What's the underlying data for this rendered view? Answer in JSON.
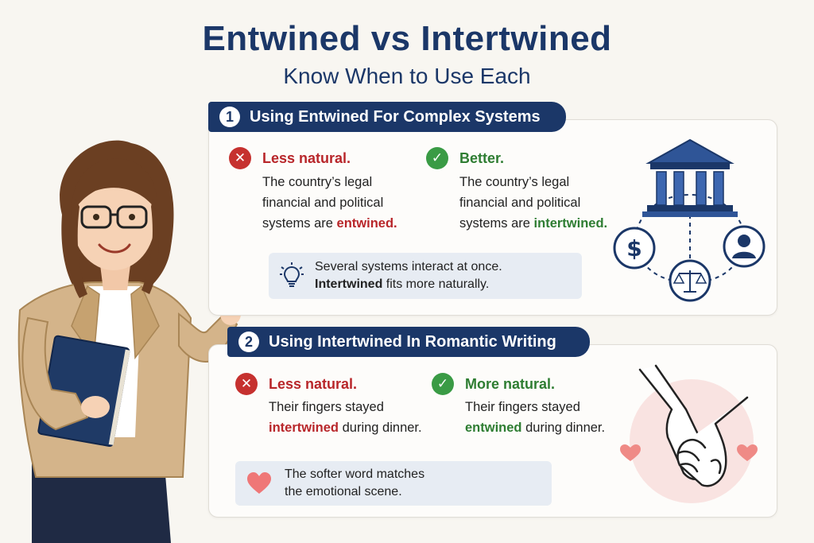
{
  "header": {
    "title": "Entwined vs Intertwined",
    "subtitle": "Know When to Use Each"
  },
  "sections": [
    {
      "number": "1",
      "title": "Using Entwined For Complex Systems",
      "wrong": {
        "label": "Less natural.",
        "lines": [
          "The country’s legal",
          "financial and political"
        ],
        "last_prefix": "systems are ",
        "last_word": "entwined",
        "last_suffix": "."
      },
      "right": {
        "label": "Better.",
        "lines": [
          "The country’s legal",
          "financial and political"
        ],
        "last_prefix": "systems are ",
        "last_word": "intertwined",
        "last_suffix": "."
      },
      "note": {
        "line1": "Several systems interact at once.",
        "line2_bold": "Intertwined",
        "line2_rest": " fits more naturally.",
        "icon": "lightbulb-icon"
      },
      "illustration_icons": [
        "bank-icon",
        "dollar-icon",
        "person-icon",
        "scales-icon"
      ]
    },
    {
      "number": "2",
      "title": "Using Intertwined In Romantic Writing",
      "wrong": {
        "label": "Less natural.",
        "line1": "Their fingers stayed",
        "word": "intertwined",
        "rest": " during dinner."
      },
      "right": {
        "label": "More natural.",
        "line1": "Their fingers stayed",
        "word": "entwined",
        "rest": " during dinner."
      },
      "note": {
        "line1": "The softer word matches",
        "line2": "the emotional scene.",
        "icon": "heart-icon"
      },
      "illustration_icons": [
        "holding-hands-icon",
        "heart-icon"
      ]
    }
  ],
  "colors": {
    "navy": "#1b3768",
    "red": "#c6312f",
    "green": "#3a9b45",
    "note_bg": "#e7ecf3"
  }
}
